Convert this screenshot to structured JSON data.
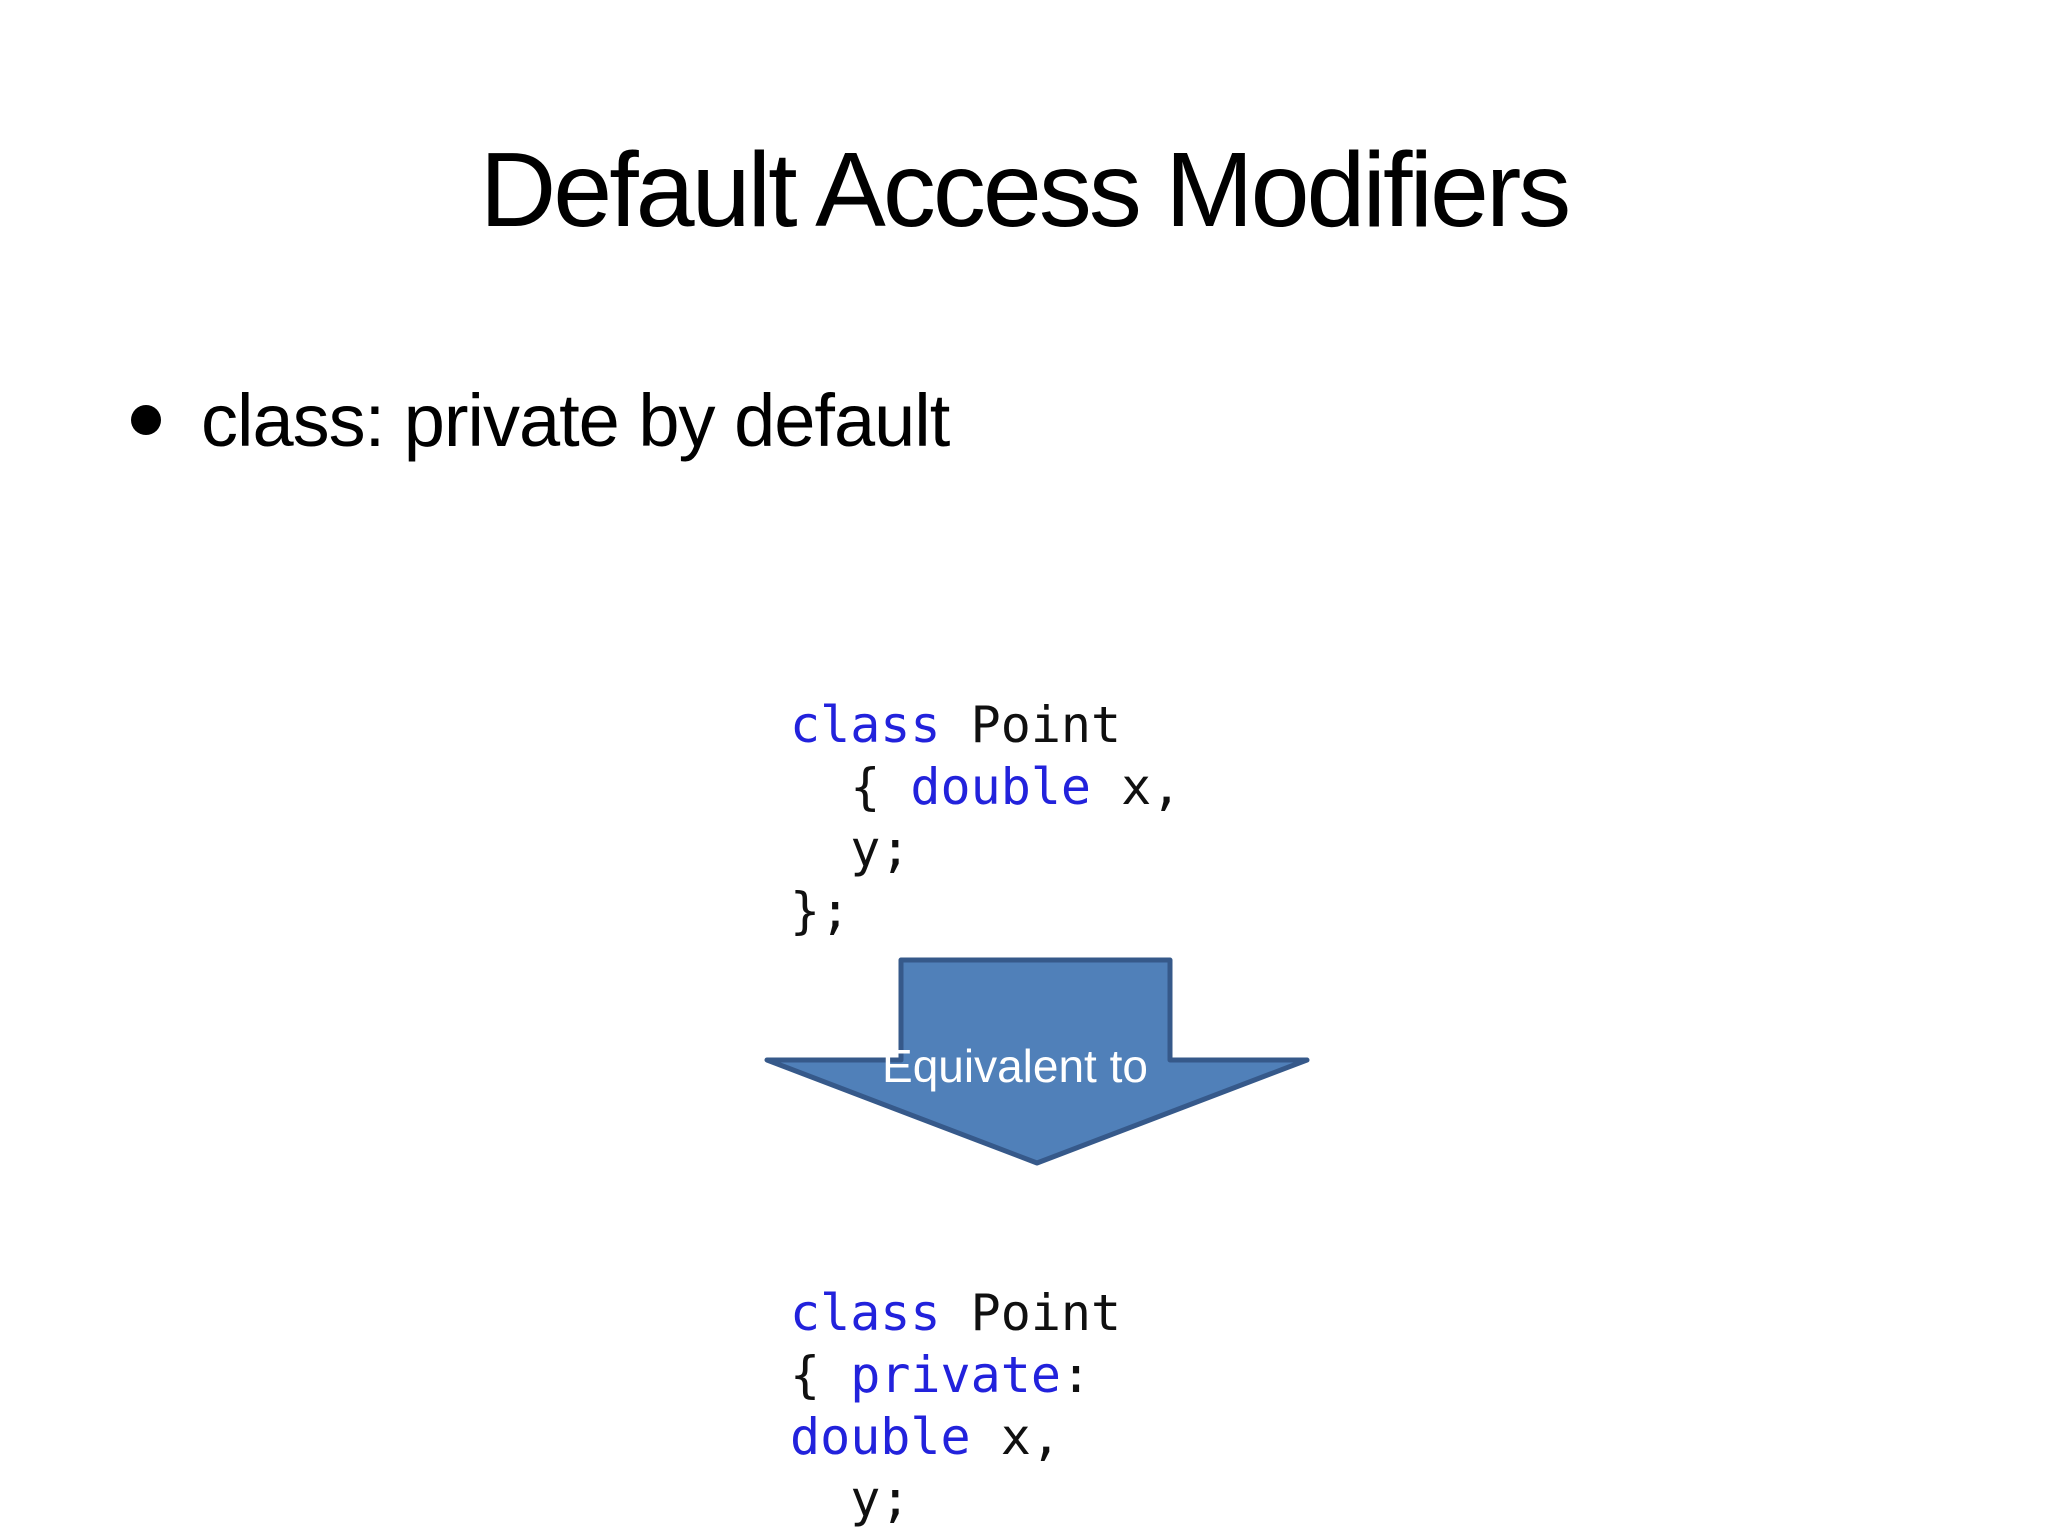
{
  "slide": {
    "title": "Default Access Modifiers",
    "bullet": "class: private by default",
    "arrow": {
      "label": "Equivalent to",
      "fill_color": "#5080B9",
      "border_color": "#36598A",
      "text_color": "#FFFFFF"
    },
    "colors": {
      "background": "#FFFFFF",
      "text": "#000000",
      "code_text": "#101010",
      "keyword": "#2222DC"
    },
    "code_blocks": [
      {
        "name": "before",
        "lines": [
          [
            {
              "text": "class",
              "type": "keyword"
            },
            {
              "text": " Point",
              "type": "plain"
            }
          ],
          [
            {
              "text": "  { ",
              "type": "plain"
            },
            {
              "text": "double",
              "type": "keyword"
            },
            {
              "text": " x,",
              "type": "plain"
            }
          ],
          [
            {
              "text": "  y;",
              "type": "plain"
            }
          ],
          [
            {
              "text": "};",
              "type": "plain"
            }
          ]
        ]
      },
      {
        "name": "after",
        "lines": [
          [
            {
              "text": "class",
              "type": "keyword"
            },
            {
              "text": " Point",
              "type": "plain"
            }
          ],
          [
            {
              "text": "{ ",
              "type": "plain"
            },
            {
              "text": "private",
              "type": "keyword"
            },
            {
              "text": ":",
              "type": "plain"
            }
          ],
          [
            {
              "text": "double",
              "type": "keyword"
            },
            {
              "text": " x,",
              "type": "plain"
            }
          ],
          [
            {
              "text": "  y;",
              "type": "plain"
            }
          ]
        ]
      }
    ]
  }
}
